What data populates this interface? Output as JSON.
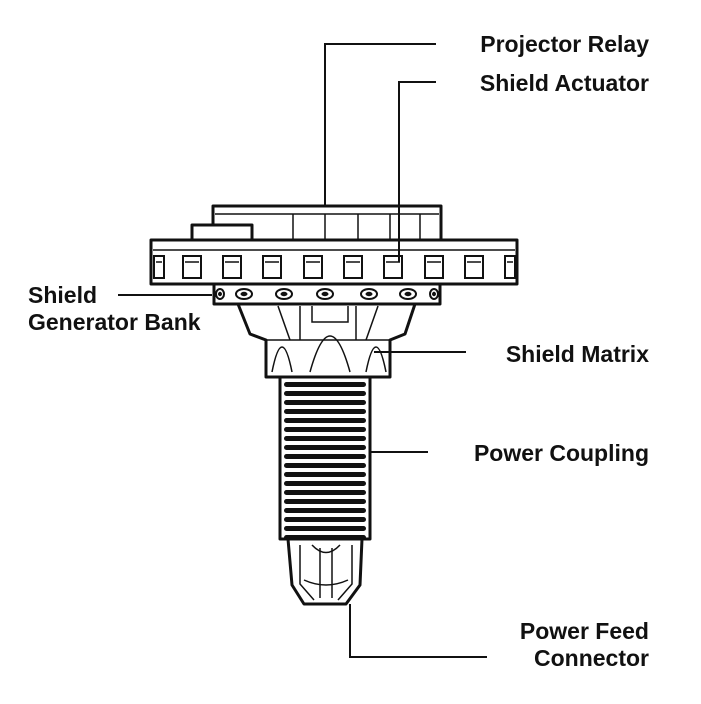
{
  "labels": {
    "projector_relay": "Projector Relay",
    "shield_actuator": "Shield Actuator",
    "shield_generator_bank_line1": "Shield",
    "shield_generator_bank_line2": "Generator Bank",
    "shield_matrix": "Shield Matrix",
    "power_coupling": "Power Coupling",
    "power_feed_connector_line1": "Power Feed",
    "power_feed_connector_line2": "Connector"
  }
}
